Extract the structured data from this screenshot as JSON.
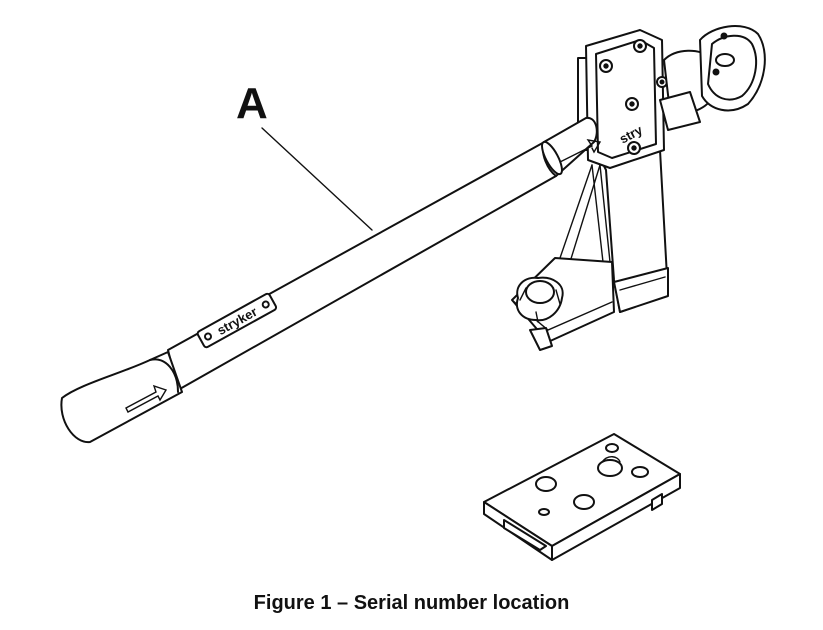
{
  "figure": {
    "callout_label": "A",
    "brand_text": "stryker",
    "caption": "Figure 1 – Serial number location"
  }
}
